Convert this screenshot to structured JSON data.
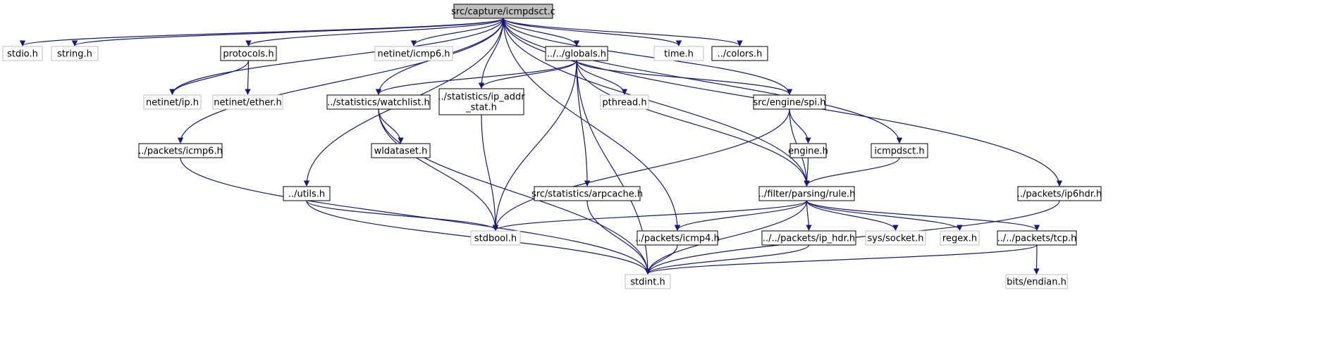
{
  "colors": {
    "edge": "#191970",
    "root_fill": "#bfbfbf",
    "root_border": "#000000",
    "documented_border": "#000000",
    "undocumented_border": "#bfbfbf",
    "background": "#ffffff"
  },
  "graph": {
    "nodes": [
      {
        "id": "root",
        "label": "src/capture/icmpdsct.c",
        "kind": "root"
      },
      {
        "id": "stdio",
        "label": "stdio.h",
        "kind": "undocumented"
      },
      {
        "id": "string",
        "label": "string.h",
        "kind": "undocumented"
      },
      {
        "id": "protocols",
        "label": "protocols.h",
        "kind": "documented"
      },
      {
        "id": "netinet_icmp6",
        "label": "netinet/icmp6.h",
        "kind": "undocumented"
      },
      {
        "id": "globals",
        "label": "../../globals.h",
        "kind": "documented"
      },
      {
        "id": "time",
        "label": "time.h",
        "kind": "undocumented"
      },
      {
        "id": "colors",
        "label": "../colors.h",
        "kind": "documented"
      },
      {
        "id": "netinet_ip",
        "label": "netinet/ip.h",
        "kind": "undocumented"
      },
      {
        "id": "netinet_ether",
        "label": "netinet/ether.h",
        "kind": "undocumented"
      },
      {
        "id": "watchlist",
        "label": "../statistics/watchlist.h",
        "kind": "documented"
      },
      {
        "id": "ip_addr_stat",
        "label": [
          "../statistics/ip_addr",
          "_stat.h"
        ],
        "kind": "documented"
      },
      {
        "id": "pthread",
        "label": "pthread.h",
        "kind": "undocumented"
      },
      {
        "id": "spi",
        "label": "src/engine/spi.h",
        "kind": "documented"
      },
      {
        "id": "packets_icmp6",
        "label": "../packets/icmp6.h",
        "kind": "documented"
      },
      {
        "id": "wldataset",
        "label": "wldataset.h",
        "kind": "documented"
      },
      {
        "id": "engine",
        "label": "engine.h",
        "kind": "documented"
      },
      {
        "id": "icmpdsct",
        "label": "icmpdsct.h",
        "kind": "documented"
      },
      {
        "id": "utils",
        "label": "../utils.h",
        "kind": "documented"
      },
      {
        "id": "arpcache",
        "label": "src/statistics/arpcache.h",
        "kind": "documented"
      },
      {
        "id": "rule",
        "label": "../filter/parsing/rule.h",
        "kind": "documented"
      },
      {
        "id": "ip6hdr",
        "label": "../packets/ip6hdr.h",
        "kind": "documented"
      },
      {
        "id": "stdbool",
        "label": "stdbool.h",
        "kind": "undocumented"
      },
      {
        "id": "packets_icmp4",
        "label": "../packets/icmp4.h",
        "kind": "documented"
      },
      {
        "id": "ip_hdr",
        "label": "../../packets/ip_hdr.h",
        "kind": "documented"
      },
      {
        "id": "sys_socket",
        "label": "sys/socket.h",
        "kind": "undocumented"
      },
      {
        "id": "regex",
        "label": "regex.h",
        "kind": "undocumented"
      },
      {
        "id": "tcp",
        "label": "../../packets/tcp.h",
        "kind": "documented"
      },
      {
        "id": "stdint",
        "label": "stdint.h",
        "kind": "undocumented"
      },
      {
        "id": "bits_endian",
        "label": "bits/endian.h",
        "kind": "undocumented"
      }
    ],
    "edges": [
      {
        "from": "root",
        "to": "stdio"
      },
      {
        "from": "root",
        "to": "string"
      },
      {
        "from": "root",
        "to": "protocols"
      },
      {
        "from": "root",
        "to": "netinet_icmp6"
      },
      {
        "from": "root",
        "to": "globals"
      },
      {
        "from": "root",
        "to": "time"
      },
      {
        "from": "root",
        "to": "colors"
      },
      {
        "from": "root",
        "to": "netinet_ip"
      },
      {
        "from": "root",
        "to": "watchlist"
      },
      {
        "from": "root",
        "to": "ip_addr_stat"
      },
      {
        "from": "root",
        "to": "spi"
      },
      {
        "from": "root",
        "to": "packets_icmp6"
      },
      {
        "from": "root",
        "to": "icmpdsct"
      },
      {
        "from": "root",
        "to": "utils"
      },
      {
        "from": "root",
        "to": "rule"
      },
      {
        "from": "root",
        "to": "ip6hdr"
      },
      {
        "from": "root",
        "to": "packets_icmp4"
      },
      {
        "from": "protocols",
        "to": "netinet_ip"
      },
      {
        "from": "protocols",
        "to": "netinet_ether"
      },
      {
        "from": "globals",
        "to": "watchlist"
      },
      {
        "from": "globals",
        "to": "ip_addr_stat"
      },
      {
        "from": "globals",
        "to": "pthread"
      },
      {
        "from": "globals",
        "to": "spi"
      },
      {
        "from": "globals",
        "to": "stdbool"
      },
      {
        "from": "globals",
        "to": "arpcache"
      },
      {
        "from": "globals",
        "to": "stdint"
      },
      {
        "from": "globals",
        "to": "rule"
      },
      {
        "from": "watchlist",
        "to": "wldataset"
      },
      {
        "from": "watchlist",
        "to": "stdbool"
      },
      {
        "from": "watchlist",
        "to": "stdint"
      },
      {
        "from": "ip_addr_stat",
        "to": "stdbool"
      },
      {
        "from": "spi",
        "to": "engine"
      },
      {
        "from": "spi",
        "to": "rule"
      },
      {
        "from": "spi",
        "to": "stdbool"
      },
      {
        "from": "engine",
        "to": "rule"
      },
      {
        "from": "icmpdsct",
        "to": "rule"
      },
      {
        "from": "packets_icmp6",
        "to": "stdint"
      },
      {
        "from": "utils",
        "to": "stdbool"
      },
      {
        "from": "utils",
        "to": "stdint"
      },
      {
        "from": "arpcache",
        "to": "stdint"
      },
      {
        "from": "rule",
        "to": "stdbool"
      },
      {
        "from": "rule",
        "to": "packets_icmp4"
      },
      {
        "from": "rule",
        "to": "ip_hdr"
      },
      {
        "from": "rule",
        "to": "sys_socket"
      },
      {
        "from": "rule",
        "to": "regex"
      },
      {
        "from": "rule",
        "to": "tcp"
      },
      {
        "from": "rule",
        "to": "stdint"
      },
      {
        "from": "ip6hdr",
        "to": "stdint"
      },
      {
        "from": "packets_icmp4",
        "to": "stdint"
      },
      {
        "from": "ip_hdr",
        "to": "stdint"
      },
      {
        "from": "tcp",
        "to": "stdint"
      },
      {
        "from": "tcp",
        "to": "bits_endian"
      }
    ]
  }
}
